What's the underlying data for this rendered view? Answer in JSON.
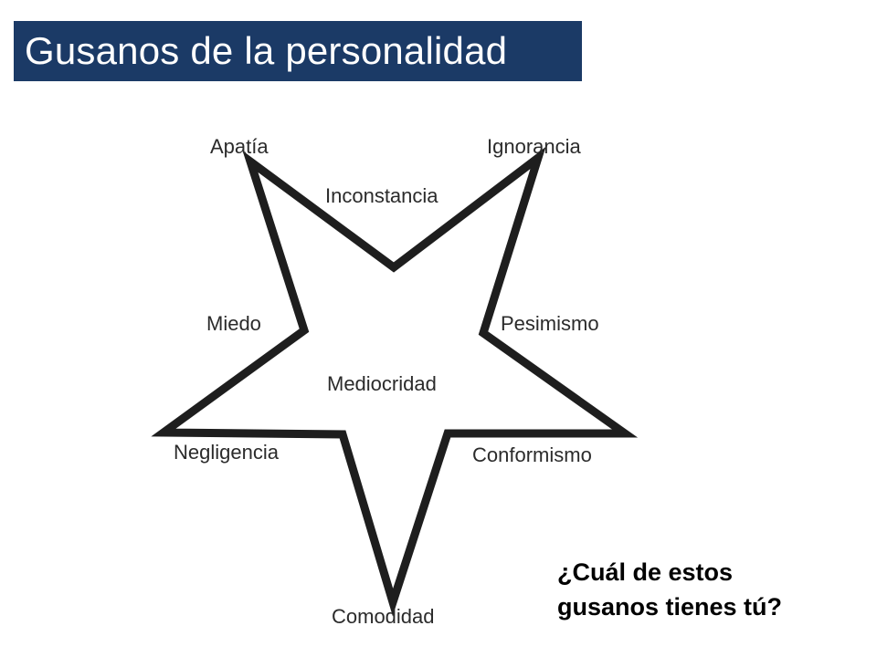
{
  "slide": {
    "title": "Gusanos de la personalidad",
    "question_line1": "¿Cuál de estos",
    "question_line2": "gusanos tienes tú?"
  },
  "colors": {
    "title_background": "#1b3a66",
    "title_text": "#ffffff",
    "star_outline": "#1e1e1e",
    "label_text": "#2b2b2b"
  },
  "diagram": {
    "shape": "five-pointed star",
    "outer_points": [
      "Apatía",
      "Ignorancia",
      "Conformismo",
      "Comodidad",
      "Negligencia"
    ],
    "inner_points": [
      "Inconstancia",
      "Pesimismo",
      "Miedo"
    ],
    "center": "Mediocridad"
  }
}
